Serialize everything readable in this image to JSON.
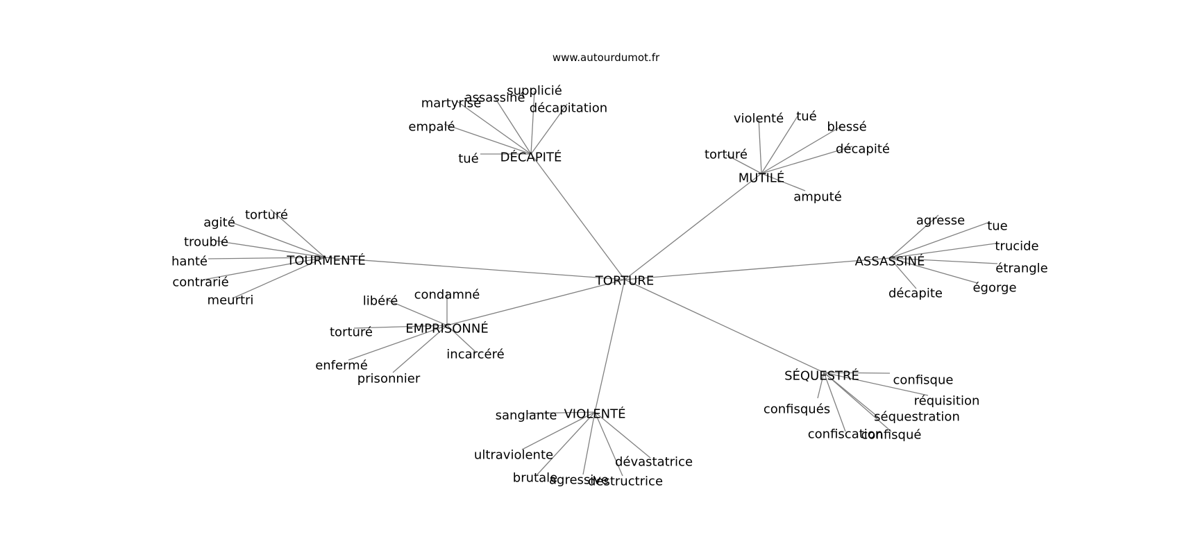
{
  "source": "www.autourdumot.fr",
  "colors": {
    "edge": "#808080",
    "text": "#000000",
    "background": "#ffffff"
  },
  "center": "TORTURE",
  "groups": [
    {
      "label": "DÉCAPITÉ",
      "words": [
        "supplicié",
        "assassiné",
        "martyrisé",
        "décapitation",
        "empalé",
        "tué"
      ]
    },
    {
      "label": "MUTILÉ",
      "words": [
        "violenté",
        "tué",
        "blessé",
        "décapité",
        "torturé",
        "amputé"
      ]
    },
    {
      "label": "TOURMENTÉ",
      "words": [
        "torturé",
        "agité",
        "troublé",
        "hanté",
        "contrarié",
        "meurtri"
      ]
    },
    {
      "label": "ASSASSINÉ",
      "words": [
        "agresse",
        "tue",
        "trucide",
        "étrangle",
        "égorge",
        "décapite"
      ]
    },
    {
      "label": "EMPRISONNÉ",
      "words": [
        "condamné",
        "libéré",
        "torturé",
        "incarcéré",
        "enfermé",
        "prisonnier"
      ]
    },
    {
      "label": "SÉQUESTRÉ",
      "words": [
        "confisque",
        "réquisition",
        "confisqués",
        "séquestration",
        "confiscation",
        "confisqué"
      ]
    },
    {
      "label": "VIOLENTÉ",
      "words": [
        "sanglante",
        "ultraviolente",
        "dévastatrice",
        "brutale",
        "agressive",
        "destructrice"
      ]
    }
  ]
}
